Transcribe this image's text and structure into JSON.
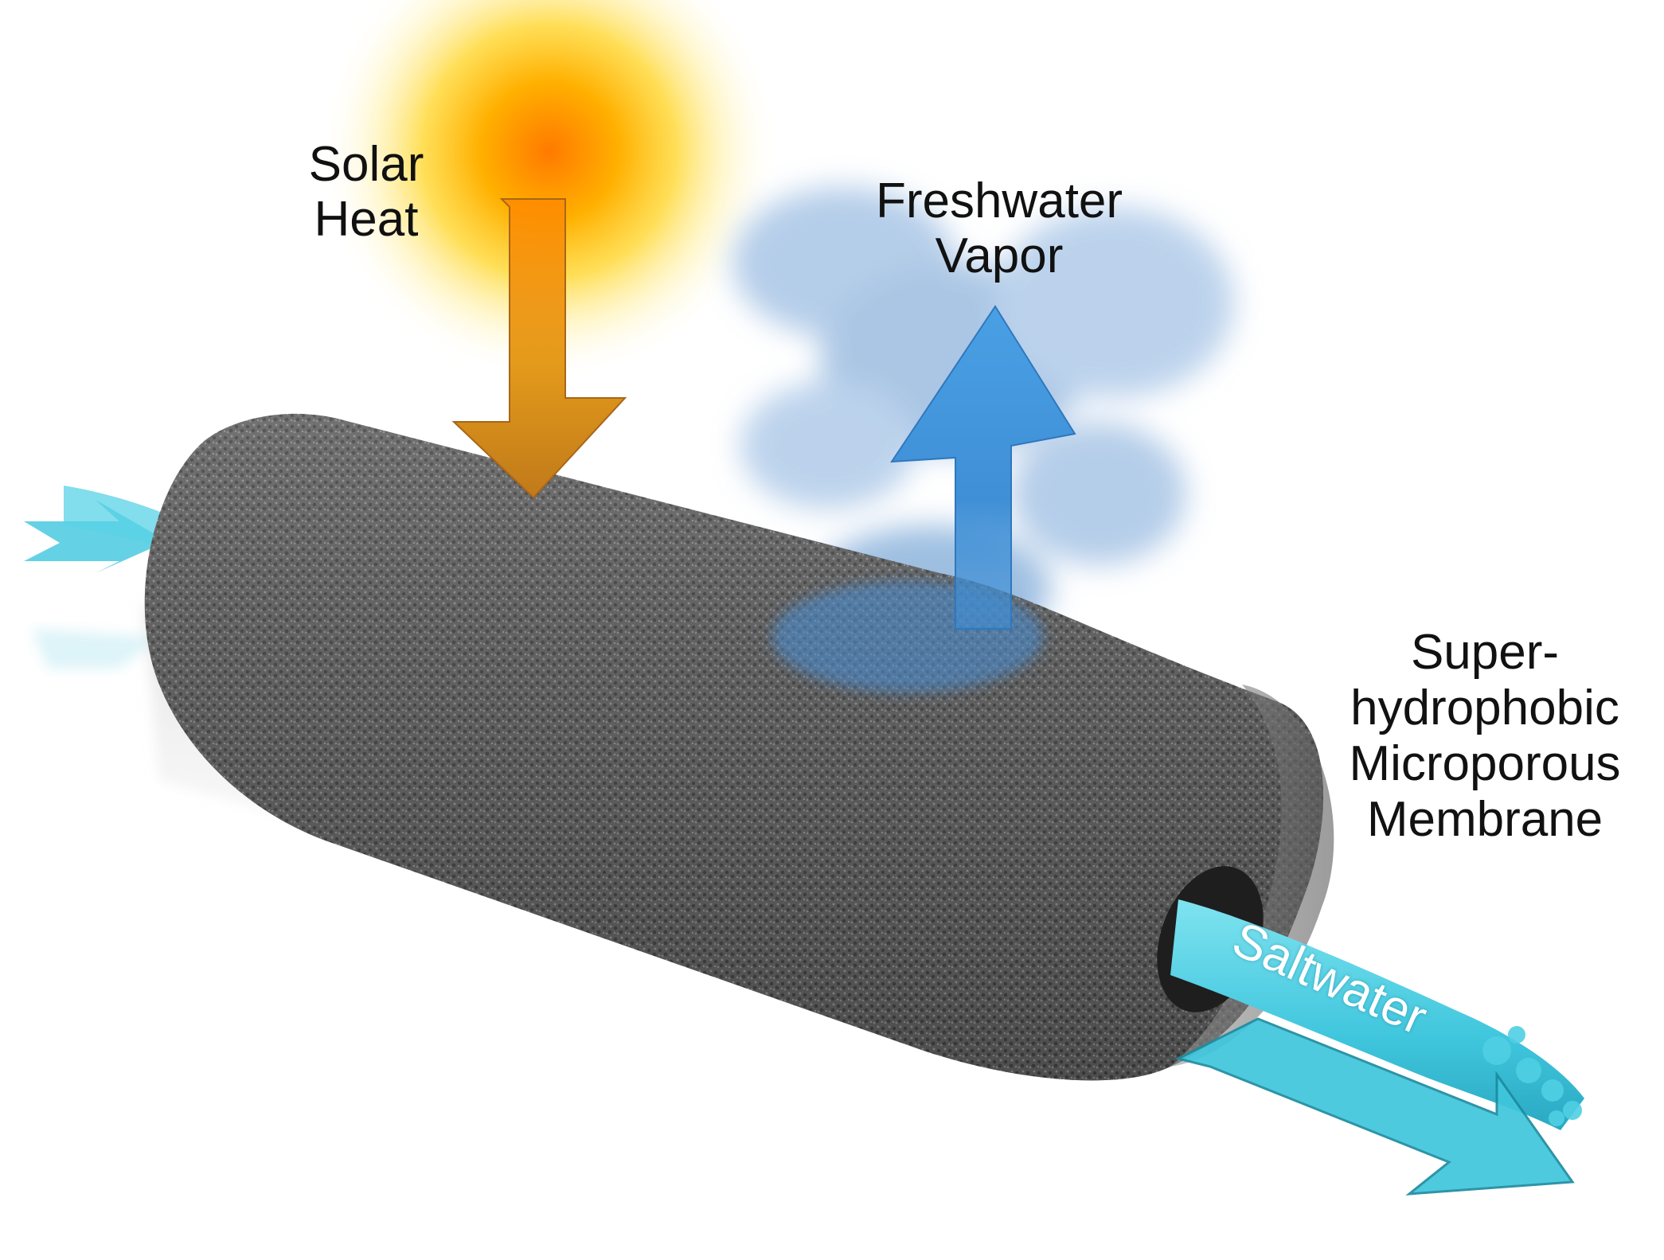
{
  "labels": {
    "solar_heat": [
      "Solar",
      "Heat"
    ],
    "freshwater_vapor": [
      "Freshwater",
      "Vapor"
    ],
    "membrane": [
      "Super-",
      "hydrophobic",
      "Microporous",
      "Membrane"
    ],
    "saltwater": "Saltwater"
  },
  "colors": {
    "sun_core": "#ff8a00",
    "sun_glow": "#ffd23a",
    "heat_arrow": "#d98a1e",
    "vapor_arrow": "#3f8fd6",
    "vapor_cloud": "#8fb4dc",
    "saltwater": "#3fc6dd",
    "membrane": "#5a5a5a"
  },
  "icons": {
    "sun": "sun-icon",
    "heat_arrow": "arrow-down-icon",
    "vapor_arrow": "arrow-up-icon",
    "inlet_arrow": "arrow-right-icon",
    "outlet_arrow": "arrow-right-icon"
  }
}
